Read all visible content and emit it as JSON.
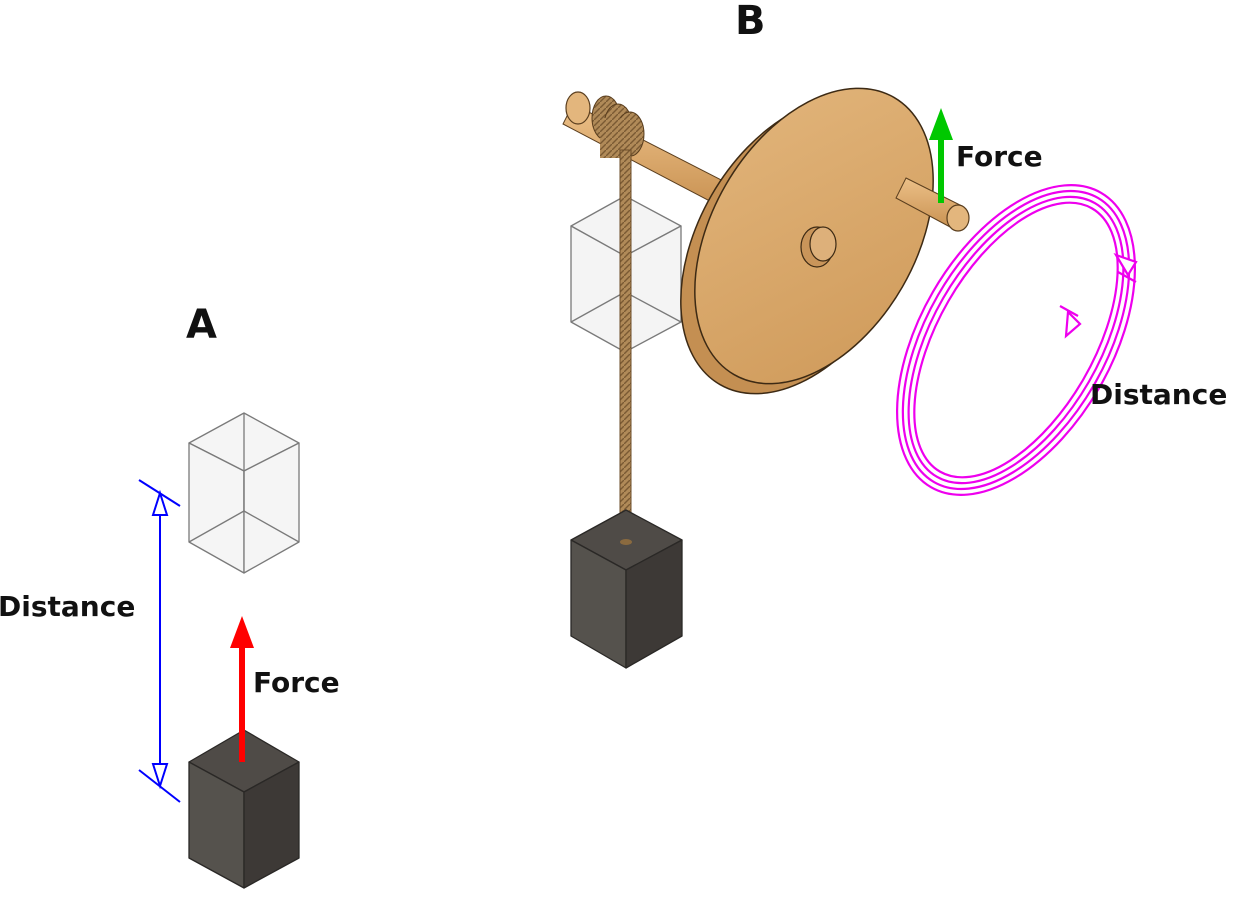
{
  "panel_a": {
    "letter": "A",
    "distance_label": "Distance",
    "force_label": "Force",
    "force_color": "#ff0000",
    "distance_color": "#0000ff"
  },
  "panel_b": {
    "letter": "B",
    "distance_label": "Distance",
    "force_label": "Force",
    "force_color": "#00c800",
    "distance_color": "#ee00ee"
  },
  "colors": {
    "weight_block": "#4a4642",
    "wood": "#d9a566",
    "rope": "#a88455",
    "ghost_block": "#f4f4f4"
  }
}
